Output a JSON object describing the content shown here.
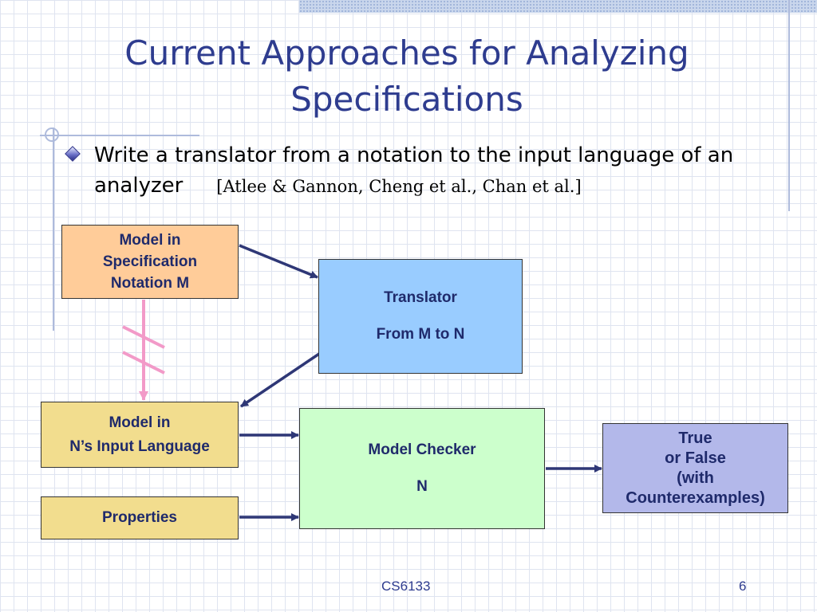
{
  "slide": {
    "title_line1": "Current Approaches for Analyzing",
    "title_line2": "Specifications",
    "bullet_text": "Write a translator from a notation to the input language of an analyzer",
    "bullet_citation": "[Atlee & Gannon, Cheng et al., Chan et al.]"
  },
  "diagram": {
    "model_m": "Model in\nSpecification\nNotation M",
    "translator_title": "Translator",
    "translator_subtitle": "From M to N",
    "model_n": "Model in\nN’s Input Language",
    "properties": "Properties",
    "checker_title": "Model Checker",
    "checker_subtitle": "N",
    "result": "True\nor False\n(with\nCounterexamples)"
  },
  "colors": {
    "title": "#2e3c8f",
    "arrow": "#2e3776",
    "broken_arrow": "#f29ac8",
    "model_m_fill": "#ffcc99",
    "translator_fill": "#99ccff",
    "model_n_fill": "#f2dd8e",
    "checker_fill": "#ccffcc",
    "result_fill": "#b3b8ea"
  },
  "footer": {
    "course": "CS6133",
    "page_number": "6"
  }
}
